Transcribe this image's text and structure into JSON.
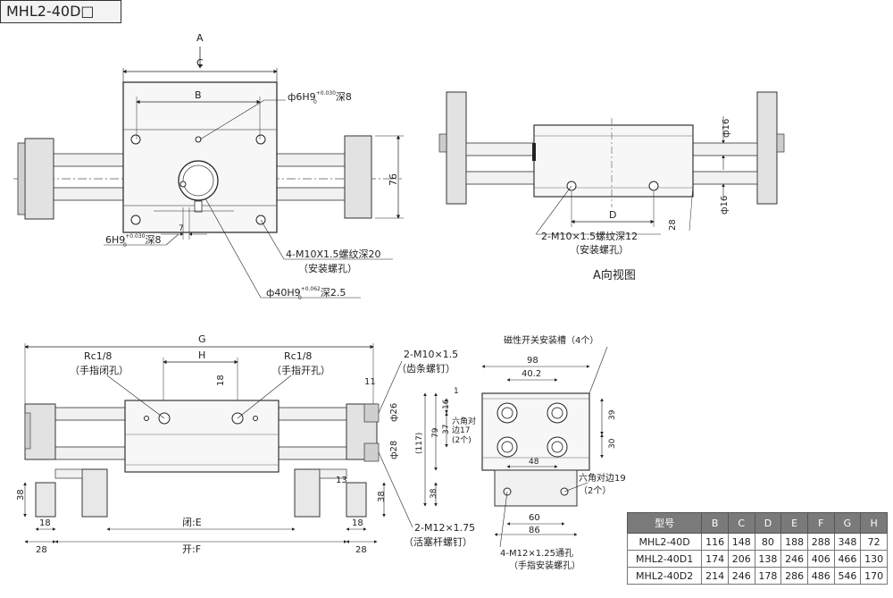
{
  "model_title": "MHL2-40D□",
  "front_view": {
    "label_A": "A",
    "dim_C": "C",
    "dim_B": "B",
    "dim_76": "76",
    "dim_7": "7",
    "hole_phi6_prefix": "ф6H9",
    "hole_phi6_tol_top": "+0.030",
    "hole_phi6_tol_bot": "0",
    "hole_phi6_suffix": "深8",
    "slot_6_prefix": "6H9",
    "slot_6_tol_top": "+0.030",
    "slot_6_tol_bot": "0",
    "slot_6_suffix": "深8",
    "mount_screw": "4-M10X1.5螺纹深20",
    "mount_screw_note": "（安装螺孔）",
    "bore_phi40_prefix": "ф40H9",
    "bore_phi40_tol_top": "+0.062",
    "bore_phi40_tol_bot": "0",
    "bore_phi40_suffix": "深2.5"
  },
  "view_a": {
    "dim_phi16_top": "ф16",
    "dim_phi16_bot": "ф16",
    "dim_D": "D",
    "dim_28": "28",
    "screw": "2-M10×1.5螺纹深12",
    "screw_note": "（安装螺孔）",
    "caption": "A向视图"
  },
  "bottom_view": {
    "dim_G": "G",
    "dim_H": "H",
    "dim_18_top": "18",
    "port_left": "Rc1/8",
    "port_left_note": "（手指闭孔）",
    "port_right": "Rc1/8",
    "port_right_note": "（手指开孔）",
    "dim_38": "38",
    "dim_18_left": "18",
    "dim_28_left": "28",
    "closed_E": "闭:E",
    "open_F": "开:F",
    "dim_18_right": "18",
    "dim_28_right": "28",
    "dim_11": "11",
    "dim_phi26": "ф26",
    "dim_phi28": "ф28",
    "dim_13": "13",
    "dim_38_right": "38",
    "stop_bolt": "2-M10×1.5",
    "stop_bolt_note": "（齿条螺钉）",
    "piston_screw": "2-M12×1.75",
    "piston_screw_note": "（活塞杆螺钉）"
  },
  "end_view": {
    "switch_slot": "磁性开关安装槽（4个）",
    "dim_98": "98",
    "dim_40_2": "40.2",
    "dim_1": "1",
    "dim_16": "16",
    "dim_37": "37",
    "dim_79": "79",
    "dim_117": "(117)",
    "hex17_a": "六角对",
    "hex17_b": "边17",
    "hex17_c": "(2个)",
    "dim_39": "39",
    "dim_30": "30",
    "dim_48": "48",
    "hex19": "六角对边19",
    "hex19_note": "（2个）",
    "dim_38": "38",
    "dim_60": "60",
    "dim_86": "86",
    "finger_holes": "4-M12×1.25通孔",
    "finger_holes_note": "（手指安装螺孔）"
  },
  "spec_table": {
    "headers": [
      "型号",
      "B",
      "C",
      "D",
      "E",
      "F",
      "G",
      "H"
    ],
    "rows": [
      [
        "MHL2-40D",
        "116",
        "148",
        "80",
        "188",
        "288",
        "348",
        "72"
      ],
      [
        "MHL2-40D1",
        "174",
        "206",
        "138",
        "246",
        "406",
        "466",
        "130"
      ],
      [
        "MHL2-40D2",
        "214",
        "246",
        "178",
        "286",
        "486",
        "546",
        "170"
      ]
    ]
  }
}
